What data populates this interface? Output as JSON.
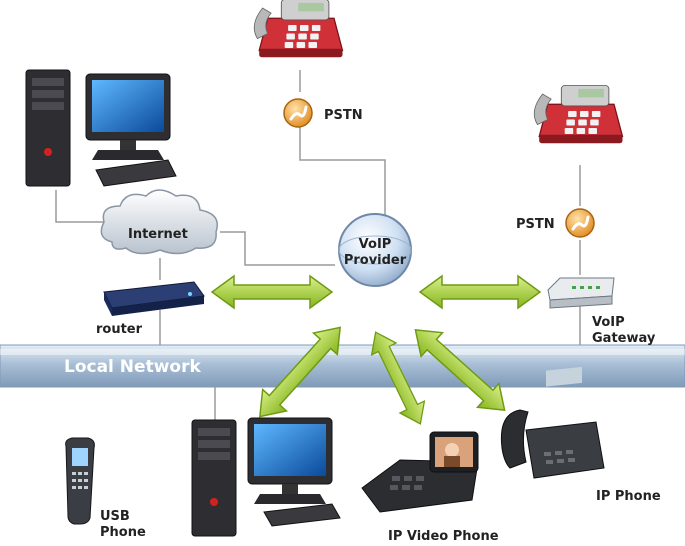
{
  "labels": {
    "pstn_top": "PSTN",
    "pstn_right": "PSTN",
    "internet": "Internet",
    "voip_provider_line1": "VoIP",
    "voip_provider_line2": "Provider",
    "router": "router",
    "voip_gateway_line1": "VoIP",
    "voip_gateway_line2": "Gateway",
    "local_network": "Local Network",
    "usb_phone_line1": "USB",
    "usb_phone_line2": "Phone",
    "ip_video_phone": "IP Video Phone",
    "ip_phone": "IP Phone"
  },
  "icons": {
    "pstn_switch": "lightning-switch-icon",
    "arrow": "double-arrow-icon"
  },
  "colors": {
    "arrow_green": "#9ccc2a",
    "arrow_green_dark": "#6e9a14",
    "network_band": "#a9bfd6",
    "network_band_dark": "#7f9ab8",
    "phone_red": "#c0262d",
    "pstn_orange": "#f0a23a",
    "provider_globe": "#cfe0f3"
  }
}
